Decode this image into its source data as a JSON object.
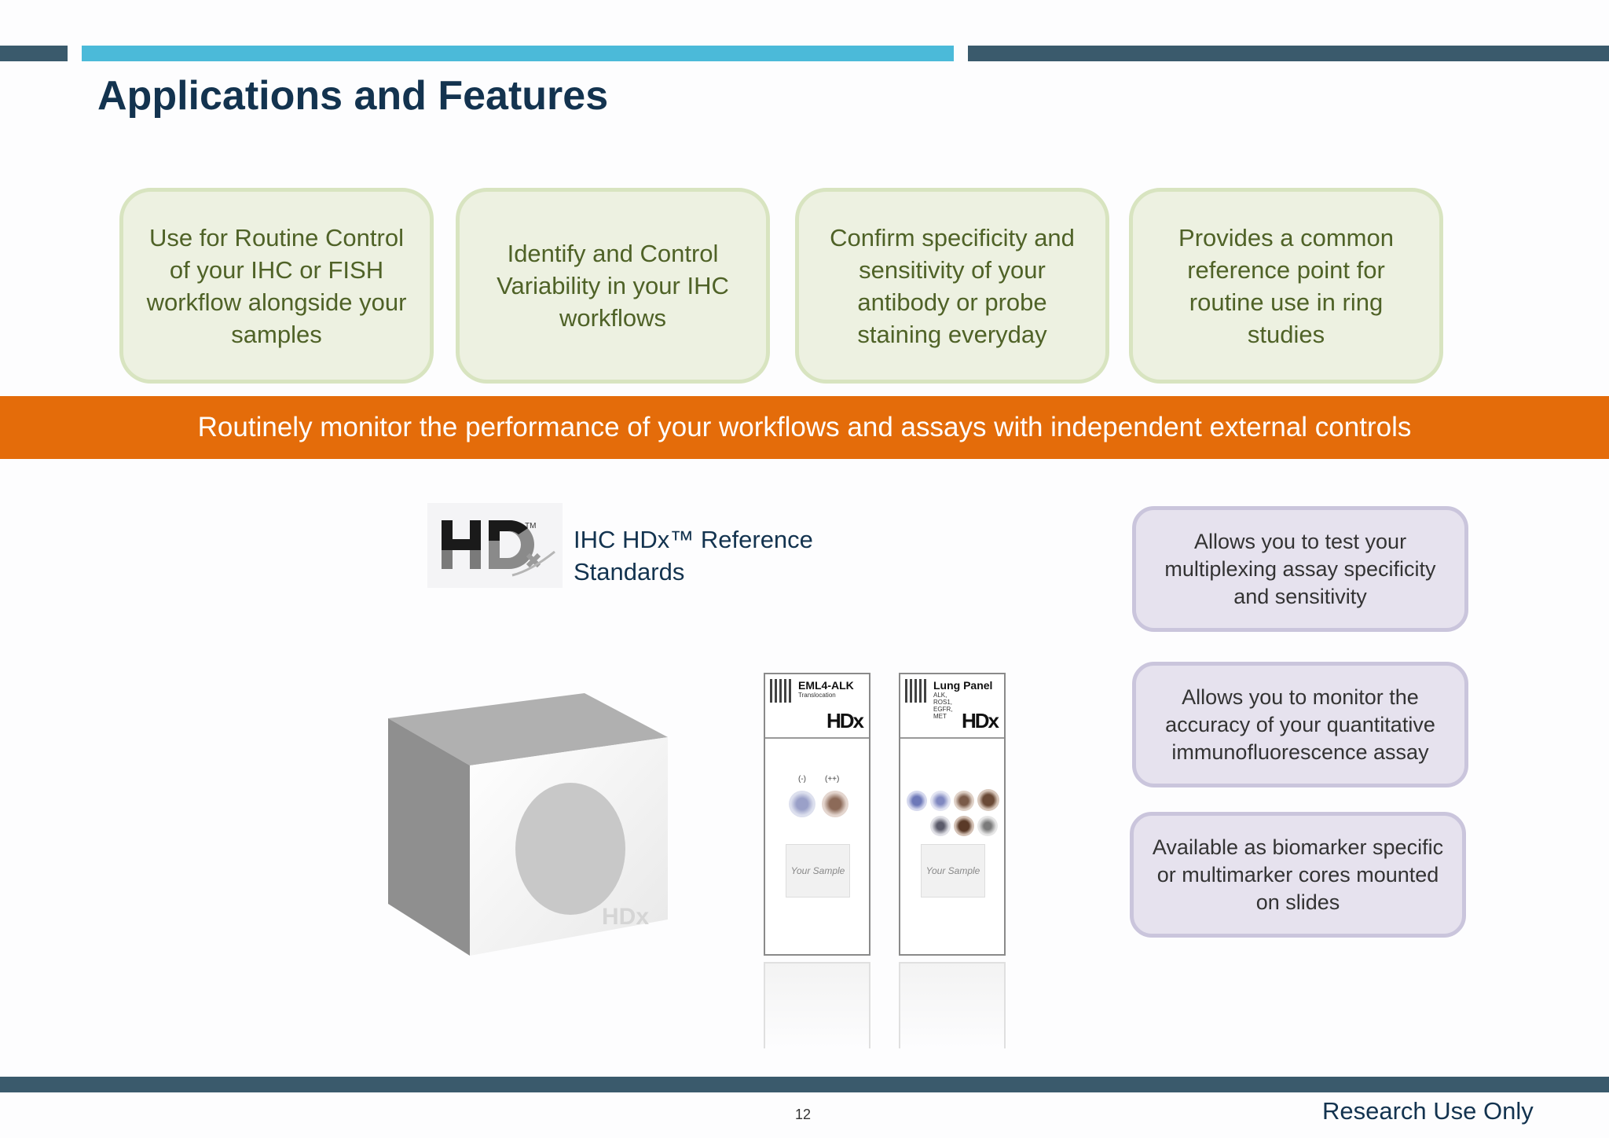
{
  "header": {
    "title": "Applications and Features"
  },
  "features": [
    "Use for Routine Control of your IHC or FISH workflow alongside your samples",
    "Identify and Control Variability in your IHC workflows",
    "Confirm specificity and sensitivity of your antibody or probe staining everyday",
    "Provides a common reference point for routine use in ring studies"
  ],
  "banner": "Routinely monitor the performance of your workflows and assays with independent external controls",
  "product": {
    "caption_line1": "IHC HDx™ Reference",
    "caption_line2": "Standards"
  },
  "benefits": [
    "Allows you to test your multiplexing assay specificity and sensitivity",
    "Allows you to monitor the accuracy of your quantitative immunofluorescence assay",
    "Available as biomarker specific or multimarker cores mounted on slides"
  ],
  "slides": [
    {
      "title": "EML4-ALK",
      "subtitle": "Translocation",
      "markers": [
        "(-)",
        "(++)"
      ],
      "sample_label": "Your Sample"
    },
    {
      "title": "Lung Panel",
      "subtitle": "ALK, ROS1, EGFR, MET",
      "markers": [],
      "sample_label": "Your Sample"
    }
  ],
  "logo_text": "HDx",
  "footer": {
    "page_number": "12",
    "note": "Research Use Only"
  },
  "colors": {
    "navy": "#13334f",
    "steel_bar": "#3a5a6c",
    "cyan_bar": "#4bbad9",
    "orange": "#e46c0a",
    "green_box": "#edf1e1",
    "purple_box": "#e6e2ee"
  }
}
